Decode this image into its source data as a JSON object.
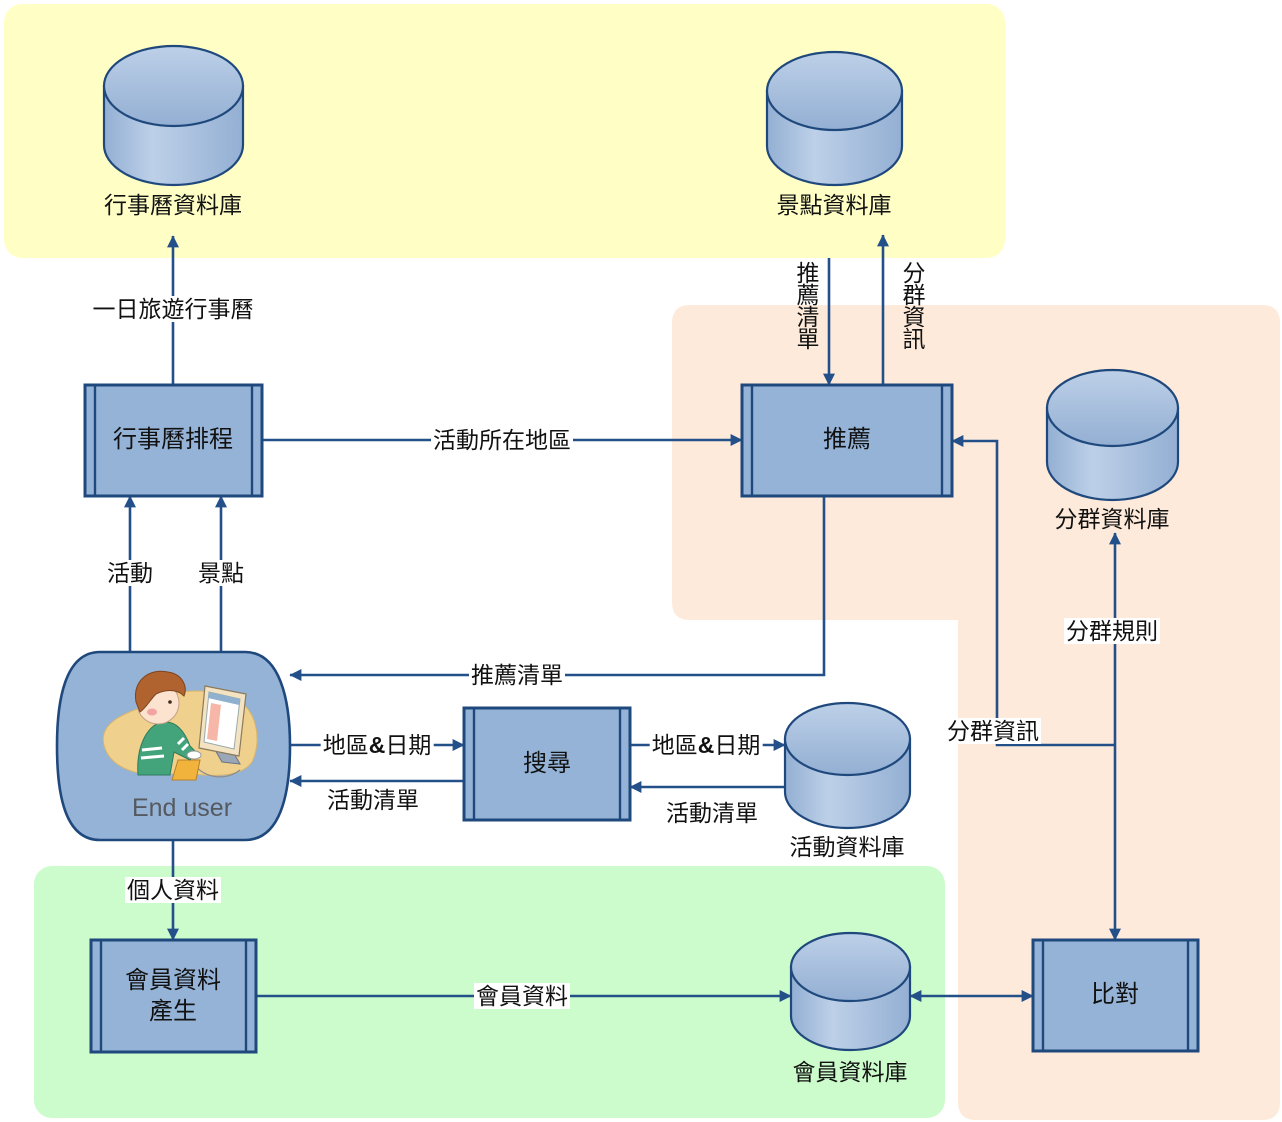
{
  "colors": {
    "region_external": "#FFFFC5",
    "region_recommendation": "#FDEADA",
    "region_member": "#CCFCCC",
    "process_fill": "#95B3D7",
    "stroke": "#1F497D",
    "flow": "#24508A",
    "db_light": "#BDD0E8",
    "db_dark": "#93AFD3"
  },
  "databases": {
    "calendar_db": "行事曆資料庫",
    "attraction_db": "景點資料庫",
    "cluster_db": "分群資料庫",
    "activity_db": "活動資料庫",
    "member_db": "會員資料庫"
  },
  "processes": {
    "calendar_schedule": "行事曆排程",
    "recommend": "推薦",
    "search": "搜尋",
    "member_generate_line1": "會員資料",
    "member_generate_line2": "產生",
    "compare": "比對"
  },
  "actor": {
    "label": "End user",
    "icon": "user-at-computer-illustration"
  },
  "flows": {
    "one_day_calendar": "一日旅遊行事曆",
    "activity_region": "活動所在地區",
    "recommend_list_in": "推薦清單",
    "cluster_info_out": "分群資訊",
    "activity": "活動",
    "attraction": "景點",
    "cluster_rules": "分群規則",
    "recommend_list_out": "推薦清單",
    "cluster_info_in": "分群資訊",
    "region_date_query": {
      "a": "地區",
      "amp": "&",
      "b": "日期"
    },
    "region_date_db": {
      "a": "地區",
      "amp": "&",
      "b": "日期"
    },
    "activity_list_user": "活動清單",
    "activity_list_db": "活動清單",
    "personal_data": "個人資料",
    "member_data": "會員資料"
  }
}
